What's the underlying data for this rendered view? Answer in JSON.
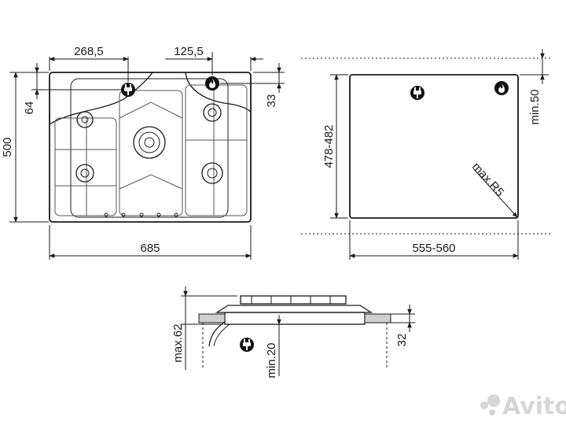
{
  "top_view": {
    "label_268": "268,5",
    "label_125": "125,5",
    "label_64": "64",
    "label_33": "33",
    "label_500": "500",
    "label_685": "685"
  },
  "cutout_view": {
    "label_height": "478-482",
    "label_min50": "min.50",
    "label_radius": "max.R5",
    "label_width": "555-560"
  },
  "side_view": {
    "label_max62": "max.62",
    "label_min20": "min.20",
    "label_32": "32"
  },
  "icons": [
    "electric-plug-icon",
    "gas-flame-icon"
  ],
  "watermark": {
    "text": "Avito"
  }
}
